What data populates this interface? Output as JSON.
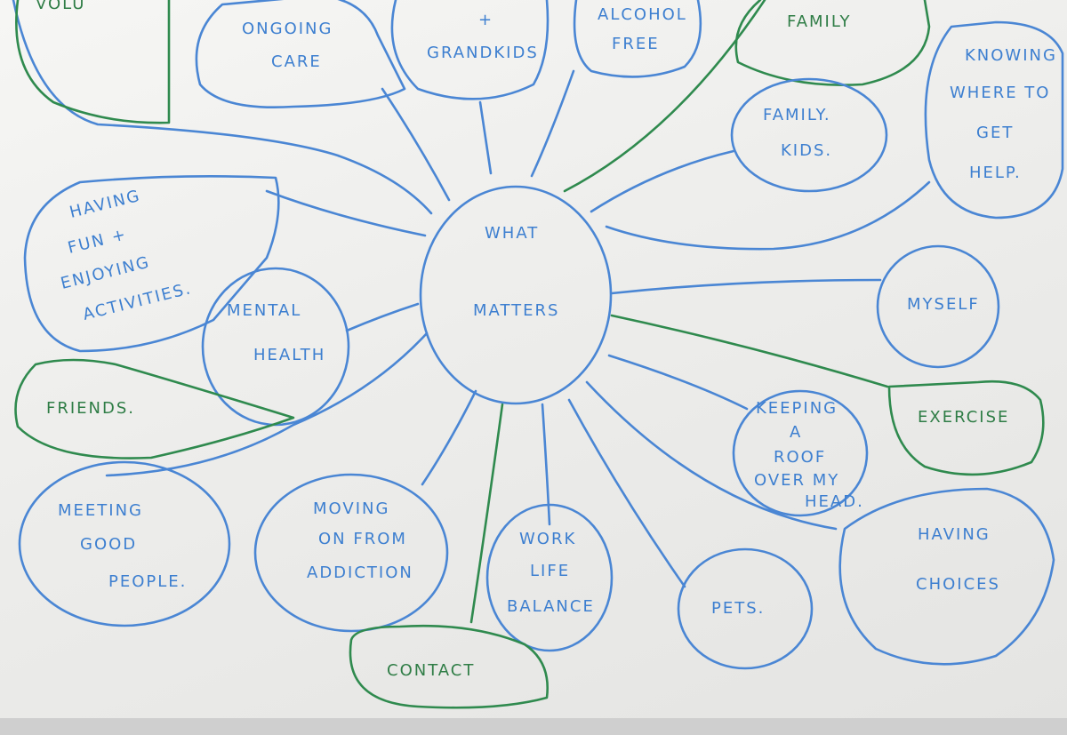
{
  "center": {
    "line1": "WHAT",
    "line2": "MATTERS"
  },
  "nodes": {
    "vol": "VOLU",
    "ongoing_care": [
      "ONGOING",
      "CARE"
    ],
    "grandkids": [
      "+",
      "GRANDKIDS"
    ],
    "alcohol_free": [
      "ALCOHOL",
      "FREE"
    ],
    "family": "FAMILY",
    "knowing_help": [
      "KNOWING",
      "WHERE TO",
      "GET",
      "HELP."
    ],
    "family_kids": [
      "FAMILY.",
      "KIDS."
    ],
    "having_fun": [
      "HAVING",
      "FUN  +",
      "ENJOYING",
      "ACTIVITIES."
    ],
    "mental_health": [
      "MENTAL",
      "HEALTH"
    ],
    "myself": "MYSELF",
    "friends": "FRIENDS.",
    "exercise": "EXERCISE",
    "keeping_roof": [
      "KEEPING",
      "A",
      "ROOF",
      "OVER MY",
      "HEAD."
    ],
    "meeting_people": [
      "MEETING",
      "GOOD",
      "PEOPLE."
    ],
    "moving_on": [
      "MOVING",
      "ON FROM",
      "ADDICTION"
    ],
    "work_life": [
      "WORK",
      "LIFE",
      "BALANCE"
    ],
    "pets": "PETS.",
    "having_choices": [
      "HAVING",
      "CHOICES"
    ],
    "contact": "CONTACT"
  },
  "colors": {
    "blue_marker": "#4a86d4",
    "green_marker": "#2f8a4e",
    "paper": "#f2f2f0"
  }
}
